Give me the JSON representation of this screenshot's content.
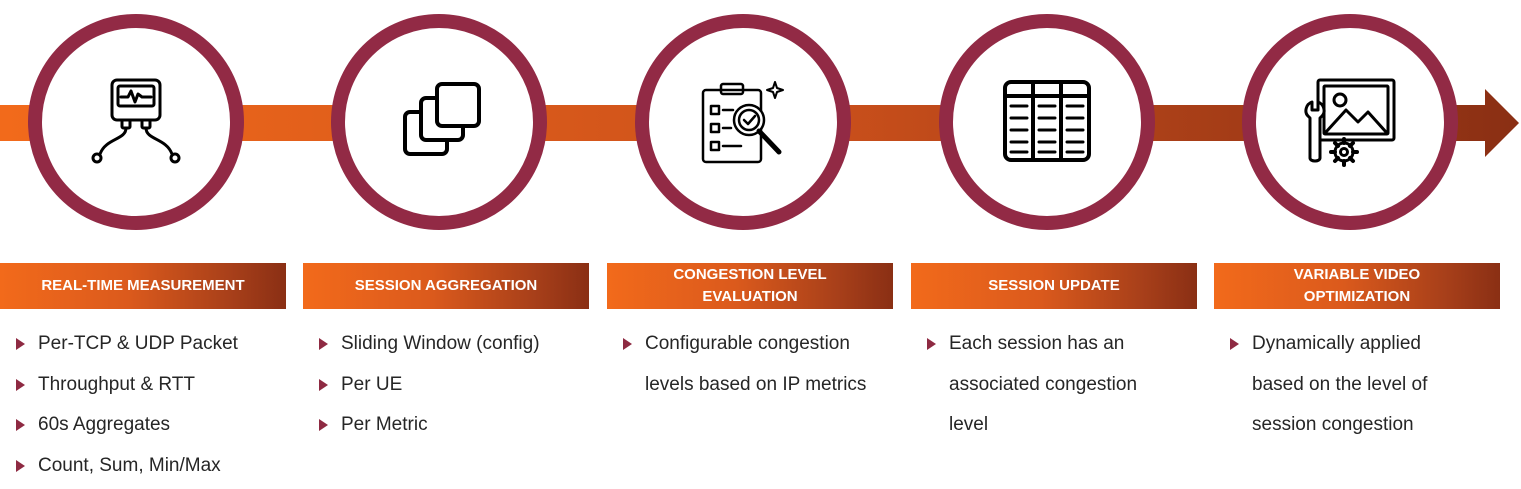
{
  "colors": {
    "circle_ring": "#922a45",
    "arrow_start": "#f26a1b",
    "arrow_end": "#8a2f14",
    "bullet": "#8e2a42",
    "text": "#262626"
  },
  "stages": [
    {
      "icon": "ip-probe-monitor-icon",
      "title": "REAL-TIME MEASUREMENT",
      "bullets": [
        {
          "text": "Per-TCP & UDP Packet"
        },
        {
          "text": "Throughput & RTT"
        },
        {
          "text": "60s Aggregates"
        },
        {
          "text": "Count, Sum, Min/Max"
        }
      ]
    },
    {
      "icon": "stacked-windows-icon",
      "title": "SESSION AGGREGATION",
      "bullets": [
        {
          "text": "Sliding Window (config)"
        },
        {
          "text": "Per UE"
        },
        {
          "text": "Per Metric"
        }
      ]
    },
    {
      "icon": "clipboard-inspection-icon",
      "title": "CONGESTION LEVEL EVALUATION",
      "bullets": [
        {
          "text": "Configurable congestion"
        },
        {
          "text": "levels based on IP metrics"
        }
      ]
    },
    {
      "icon": "table-grid-icon",
      "title": "SESSION UPDATE",
      "bullets": [
        {
          "text": "Each session has an"
        },
        {
          "text": "associated congestion"
        },
        {
          "text": "level"
        }
      ]
    },
    {
      "icon": "image-settings-icon",
      "title": "VARIABLE VIDEO OPTIMIZATION",
      "bullets": [
        {
          "text": "Dynamically applied"
        },
        {
          "text": "based on the level of"
        },
        {
          "text": "session congestion"
        }
      ]
    }
  ]
}
